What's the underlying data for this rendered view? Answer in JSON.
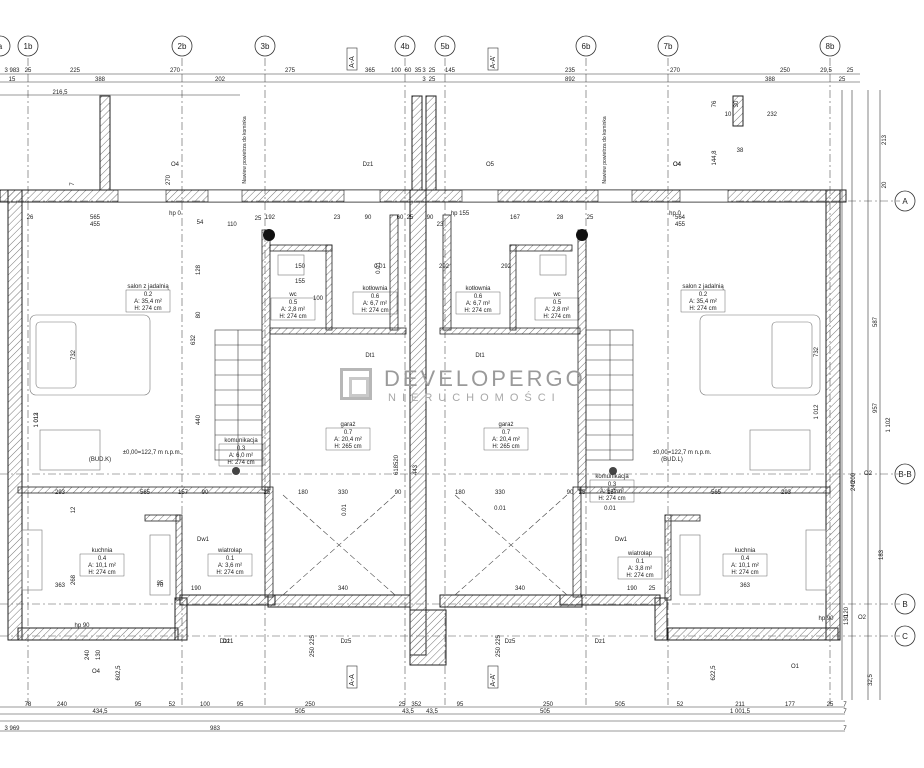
{
  "axes_top": [
    "a",
    "1b",
    "2b",
    "3b",
    "4b",
    "5b",
    "6b",
    "7b",
    "8b"
  ],
  "axes_right": [
    "A",
    "B-B",
    "B",
    "C"
  ],
  "section_marks": [
    "A-A",
    "A-A'",
    "A-A",
    "A-A'"
  ],
  "top_dims_row1": [
    "3 983",
    "25",
    "225",
    "270",
    "275",
    "365",
    "100",
    "60",
    "35",
    "3",
    "25",
    "145",
    "235",
    "270",
    "250",
    "29,5",
    "25"
  ],
  "top_dims_row2": [
    "15",
    "388",
    "202",
    "3",
    "25",
    "892",
    "388",
    "25"
  ],
  "top_misc": [
    "216,5",
    "10",
    "232",
    "76",
    "30",
    "38",
    "144,8",
    "213",
    "270",
    "20",
    "7"
  ],
  "bottom_dims_row1": [
    "78",
    "240",
    "95",
    "52",
    "100",
    "95",
    "250",
    "25",
    "3",
    "52",
    "95",
    "250",
    "505",
    "52",
    "211",
    "177",
    "25",
    "7"
  ],
  "bottom_dims_row2": [
    "434,5",
    "505",
    "43,5",
    "43,5",
    "505",
    "1 001,5",
    "7"
  ],
  "bottom_dims_row3": [
    "3 969",
    "983",
    "7"
  ],
  "rooms": [
    {
      "name": "salon z jadalnią",
      "num": "0.2",
      "area": "A: 35,4 m²",
      "height": "H: 274 cm"
    },
    {
      "name": "wc",
      "num": "0.5",
      "area": "A: 2,8 m²",
      "height": "H: 274 cm"
    },
    {
      "name": "kotłownia",
      "num": "0.6",
      "area": "A: 6,7 m²",
      "height": "H: 274 cm"
    },
    {
      "name": "kotłownia",
      "num": "0.6",
      "area": "A: 6,7 m²",
      "height": "H: 274 cm"
    },
    {
      "name": "wc",
      "num": "0.5",
      "area": "A: 2,8 m²",
      "height": "H: 274 cm"
    },
    {
      "name": "salon z jadalnią",
      "num": "0.2",
      "area": "A: 35,4 m²",
      "height": "H: 274 cm"
    },
    {
      "name": "garaż",
      "num": "0.7",
      "area": "A: 20,4 m²",
      "height": "H: 265 cm"
    },
    {
      "name": "garaż",
      "num": "0.7",
      "area": "A: 20,4 m²",
      "height": "H: 265 cm"
    },
    {
      "name": "komunikacja",
      "num": "0.3",
      "area": "A: 6,0 m²",
      "height": "H: 274 cm"
    },
    {
      "name": "komunikacja",
      "num": "0.3",
      "area": "A: 6,0 m²",
      "height": "H: 274 cm"
    },
    {
      "name": "kuchnia",
      "num": "0.4",
      "area": "A: 10,1 m²",
      "height": "H: 274 cm"
    },
    {
      "name": "wiatrołap",
      "num": "0.1",
      "area": "A: 3,6 m²",
      "height": "H: 274 cm"
    },
    {
      "name": "wiatrołap",
      "num": "0.1",
      "area": "A: 3,8 m²",
      "height": "H: 274 cm"
    },
    {
      "name": "kuchnia",
      "num": "0.4",
      "area": "A: 10,1 m²",
      "height": "H: 274 cm"
    }
  ],
  "levels": [
    "±0,00=122,7 m n.p.m.",
    "(BUD.K)",
    "±0,00=122,7 m n.p.m.",
    "(BUD.L)"
  ],
  "doors": [
    "Dz1",
    "Dt1",
    "Dt1",
    "Dz1",
    "Dw1",
    "Dw1",
    "Dz1",
    "Dz5",
    "Dz5",
    "Dz1"
  ],
  "windows": [
    "O4",
    "O5",
    "O4",
    "O4",
    "O1",
    "O2",
    "O2",
    "O4"
  ],
  "vent_labels": [
    "Nawiew powietrza do kominka",
    "Nawiew powietrza do kominka"
  ],
  "hp_labels": [
    "hp 0",
    "hp 155",
    "hp 0",
    "hp 90",
    "hp 90"
  ],
  "inner_dims": [
    "26",
    "565",
    "455",
    "54",
    "110",
    "25",
    "192",
    "23",
    "90",
    "60",
    "25",
    "90",
    "23",
    "167",
    "28",
    "25",
    "564",
    "455",
    "128",
    "80",
    "632",
    "732",
    "440",
    "1 012",
    "293",
    "565",
    "157",
    "90",
    "25",
    "330",
    "180",
    "90",
    "330",
    "180",
    "90",
    "25",
    "157",
    "565",
    "293",
    "12",
    "268",
    "70",
    "25",
    "363",
    "190",
    "340",
    "340",
    "190",
    "25",
    "363",
    "602,5",
    "622,5",
    "240",
    "130",
    "250",
    "225",
    "250",
    "225",
    "520",
    "618",
    "443",
    "1 013",
    "1 012",
    "732",
    "587",
    "957",
    "1 102",
    "200",
    "240",
    "183",
    "120",
    "130",
    "32,5",
    "0.01",
    "0.01",
    "0.01",
    "0.01",
    "0.01",
    "155",
    "100",
    "150",
    "292",
    "292"
  ],
  "watermark": {
    "brand": "DEVELOPERGO",
    "sub": "NIERUCHOMOŚCI"
  }
}
